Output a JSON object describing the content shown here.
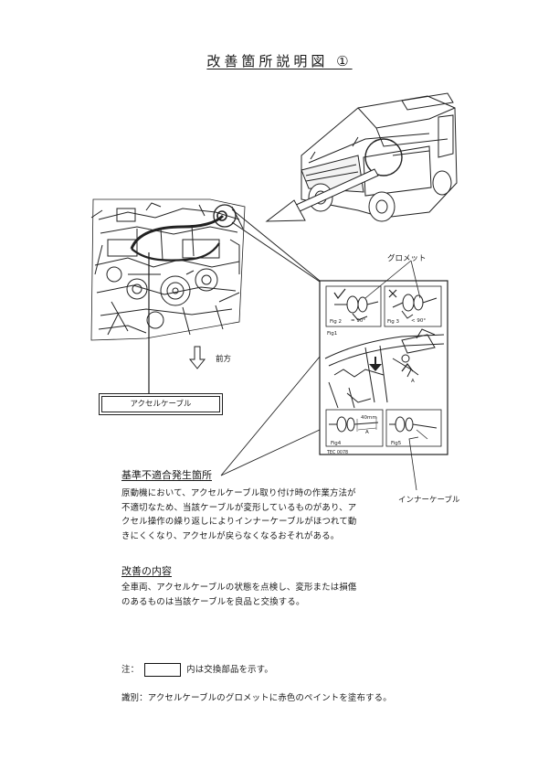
{
  "title": "改善箇所説明図 ①",
  "labels": {
    "grommet": "グロメット",
    "front": "前方",
    "accel_cable_box": "アクセルケーブル",
    "inner_cable": "インナーケーブル"
  },
  "figure": {
    "fig1": "Fig1",
    "fig2": "Fig 2",
    "fig3": "Fig 3",
    "fig4": "Fig4",
    "fig5": "Fig5",
    "angle_ok": "= 90°",
    "angle_ng": "< 90°",
    "dim": "40mm",
    "mark_a": "A",
    "ref": "TEC 0078"
  },
  "section1": {
    "heading": "基準不適合発生箇所",
    "lines": [
      "原動機において、アクセルケーブル取り付け時の作業方法が",
      "不適切なため、当該ケーブルが変形しているものがあり、ア",
      "クセル操作の繰り返しによりインナーケーブルがほつれて動",
      "きにくくなり、アクセルが戻らなくなるおそれがある。"
    ]
  },
  "section2": {
    "heading": "改善の内容",
    "lines": [
      "全車両、アクセルケーブルの状態を点検し、変形または損傷",
      "のあるものは当該ケーブルを良品と交換する。"
    ]
  },
  "note": {
    "prefix": "注：",
    "suffix": "内は交換部品を示す。"
  },
  "identification": "識別：アクセルケーブルのグロメットに赤色のペイントを塗布する。"
}
